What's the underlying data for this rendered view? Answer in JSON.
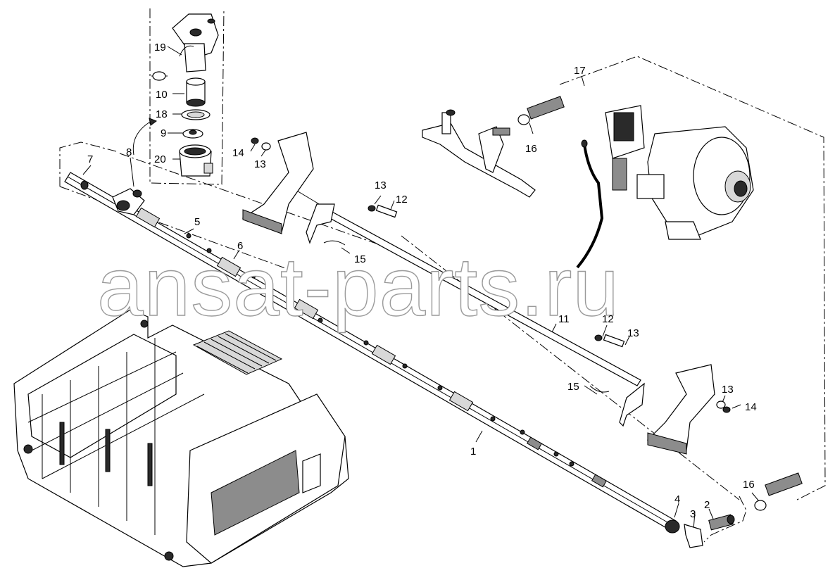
{
  "watermark": "ansat-parts.ru",
  "callouts": [
    "1",
    "2",
    "3",
    "4",
    "5",
    "6",
    "7",
    "8",
    "9",
    "10",
    "11",
    "12",
    "13",
    "14",
    "15",
    "16",
    "17",
    "18",
    "19",
    "20"
  ],
  "callouts_repeated": {
    "12b": "12",
    "13b": "13",
    "13c": "13",
    "13d": "13",
    "14b": "14",
    "15b": "15",
    "16b": "16"
  }
}
